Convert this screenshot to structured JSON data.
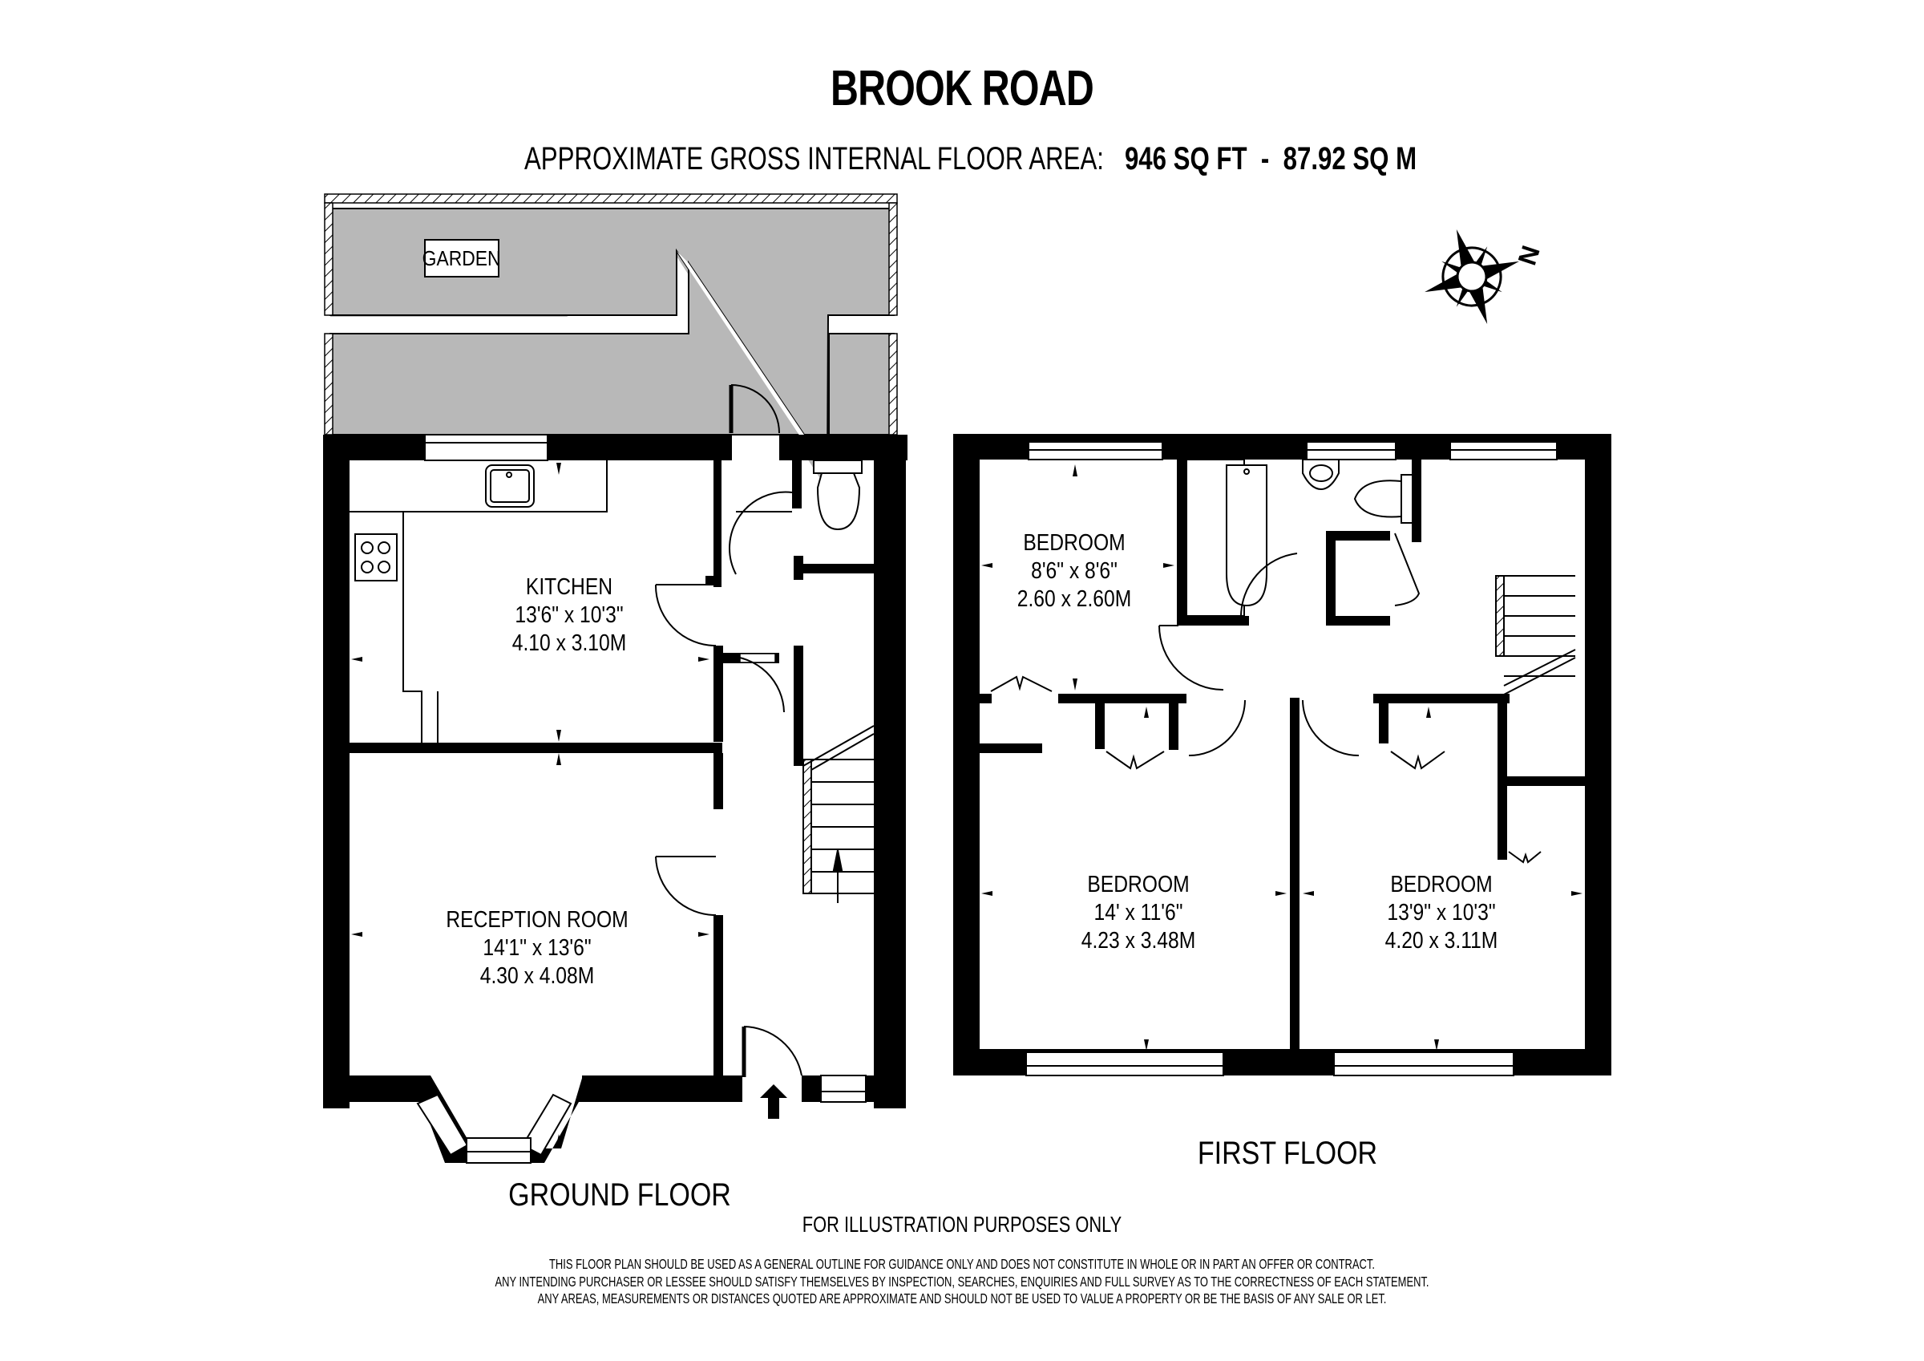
{
  "header": {
    "title": "BROOK ROAD",
    "area_label": "APPROXIMATE GROSS INTERNAL FLOOR AREA:",
    "area_sqft": "946 SQ FT",
    "separator": "-",
    "area_sqm": "87.92 SQ M"
  },
  "compass": {
    "label": "N",
    "icon": "compass-rose-icon"
  },
  "ground_floor": {
    "label": "GROUND FLOOR",
    "garden": {
      "label": "GARDEN"
    },
    "rooms": [
      {
        "name": "KITCHEN",
        "imperial": "13'6\" x 10'3\"",
        "metric": "4.10 x 3.10M"
      },
      {
        "name": "RECEPTION ROOM",
        "imperial": "14'1\" x 13'6\"",
        "metric": "4.30 x 4.08M"
      }
    ],
    "fixtures": [
      "sink-icon",
      "hob-icon",
      "wc-toilet-icon",
      "staircase-icon",
      "entrance-arrow-icon",
      "bay-window"
    ]
  },
  "first_floor": {
    "label": "FIRST FLOOR",
    "rooms": [
      {
        "name": "BEDROOM",
        "imperial": "8'6\" x 8'6\"",
        "metric": "2.60 x 2.60M"
      },
      {
        "name": "BEDROOM",
        "imperial": "14' x 11'6\"",
        "metric": "4.23 x 3.48M"
      },
      {
        "name": "BEDROOM",
        "imperial": "13'9\" x 10'3\"",
        "metric": "4.20 x 3.11M"
      }
    ],
    "fixtures": [
      "bathtub-icon",
      "washbasin-icon",
      "toilet-icon",
      "staircase-icon",
      "wardrobe-icons"
    ]
  },
  "footer": {
    "notice": "FOR ILLUSTRATION PURPOSES ONLY",
    "disclaimer": [
      "THIS FLOOR PLAN SHOULD BE USED AS A GENERAL OUTLINE FOR GUIDANCE ONLY AND DOES NOT CONSTITUTE IN WHOLE OR IN PART AN OFFER OR CONTRACT.",
      "ANY INTENDING PURCHASER OR LESSEE SHOULD SATISFY THEMSELVES BY INSPECTION, SEARCHES, ENQUIRIES AND FULL SURVEY AS TO THE CORRECTNESS OF EACH STATEMENT.",
      "ANY AREAS, MEASUREMENTS OR DISTANCES QUOTED ARE APPROXIMATE AND SHOULD NOT BE USED TO VALUE A PROPERTY OR BE THE BASIS OF ANY SALE OR LET."
    ]
  },
  "colors": {
    "wall": "#000000",
    "garden": "#b8b8b8",
    "background": "#ffffff"
  }
}
